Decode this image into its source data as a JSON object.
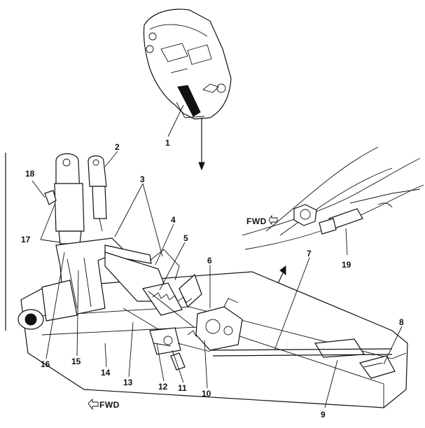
{
  "figure": {
    "callouts": [
      "1",
      "2",
      "3",
      "4",
      "5",
      "6",
      "7",
      "8",
      "9",
      "10",
      "11",
      "12",
      "13",
      "14",
      "15",
      "16",
      "17",
      "18",
      "19"
    ],
    "fwd_label_detail": "FWD",
    "fwd_label_main": "FWD"
  }
}
